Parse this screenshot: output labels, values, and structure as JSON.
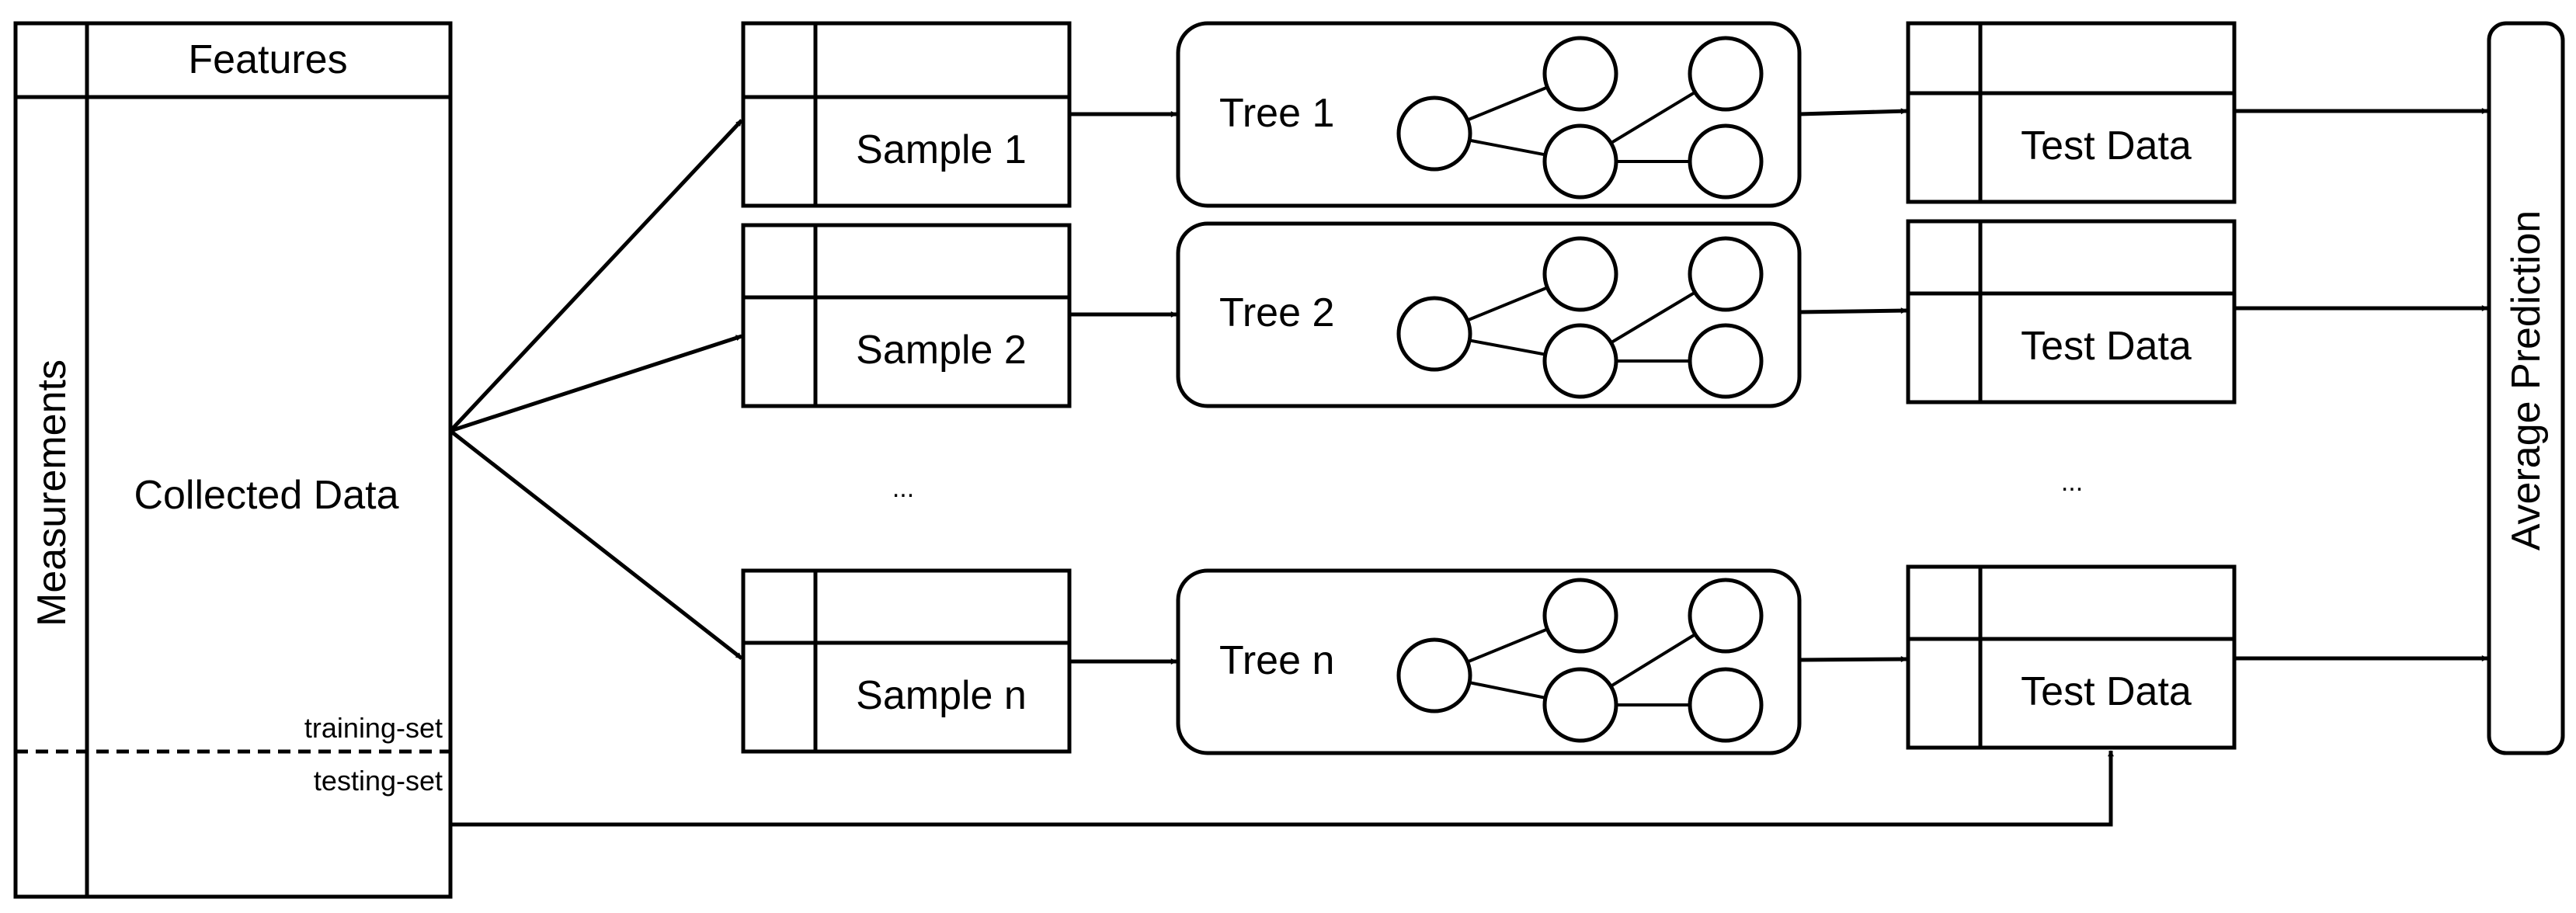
{
  "collected": {
    "header": "Features",
    "side": "Measurements",
    "body": "Collected Data",
    "split_top": "training-set",
    "split_bottom": "testing-set"
  },
  "samples": [
    "Sample 1",
    "Sample 2",
    "Sample n"
  ],
  "trees": [
    "Tree 1",
    "Tree 2",
    "Tree n"
  ],
  "tests": [
    "Test Data",
    "Test Data",
    "Test Data"
  ],
  "ellipsis": [
    "...",
    "..."
  ],
  "output": "Average Prediction"
}
